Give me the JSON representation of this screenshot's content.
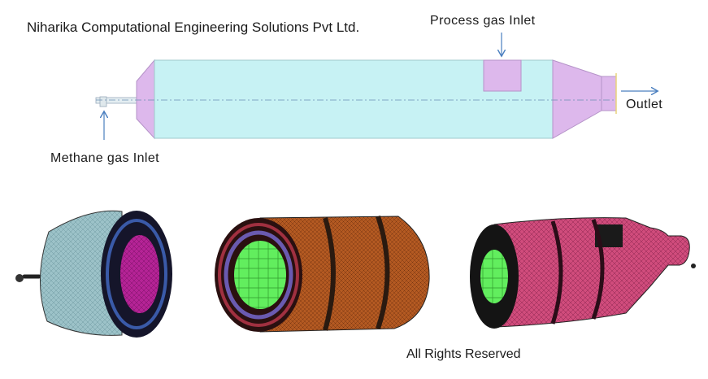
{
  "header": {
    "company": "Niharika Computational Engineering Solutions Pvt Ltd."
  },
  "labels": {
    "process_gas_inlet": "Process gas Inlet",
    "methane_gas_inlet": "Methane gas Inlet",
    "outlet": "Outlet"
  },
  "footer": {
    "rights": "All Rights Reserved"
  },
  "colors": {
    "vessel_body": "#c7f2f4",
    "vessel_ends": "#ddb8ec",
    "arrow": "#4a7fbf",
    "mesh_teal": "#8fb7be",
    "mesh_magenta": "#b8209a",
    "mesh_orange": "#b8571e",
    "mesh_green": "#5ef05e",
    "mesh_pink": "#d44a7a"
  }
}
